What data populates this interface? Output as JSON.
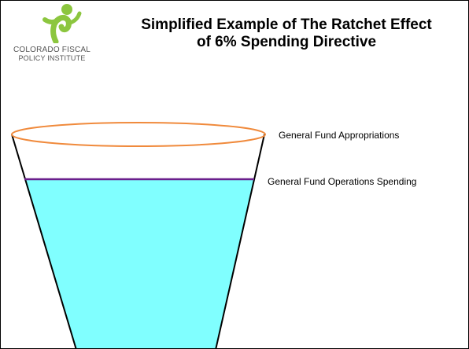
{
  "logo": {
    "line1": "COLORADO FISCAL",
    "line2": "POLICY INSTITUTE",
    "mark_color": "#8cc63f",
    "text_color": "#555555"
  },
  "title": {
    "line1": "Simplified Example of The Ratchet Effect",
    "line2": "of 6% Spending Directive"
  },
  "diagram": {
    "rim_color": "#f08a3c",
    "spending_line_color": "#6a1f8c",
    "fill_color": "#80ffff",
    "outline_color": "#000000",
    "labels": {
      "appropriations": "General Fund Appropriations",
      "operations": "General Fund Operations Spending"
    }
  }
}
